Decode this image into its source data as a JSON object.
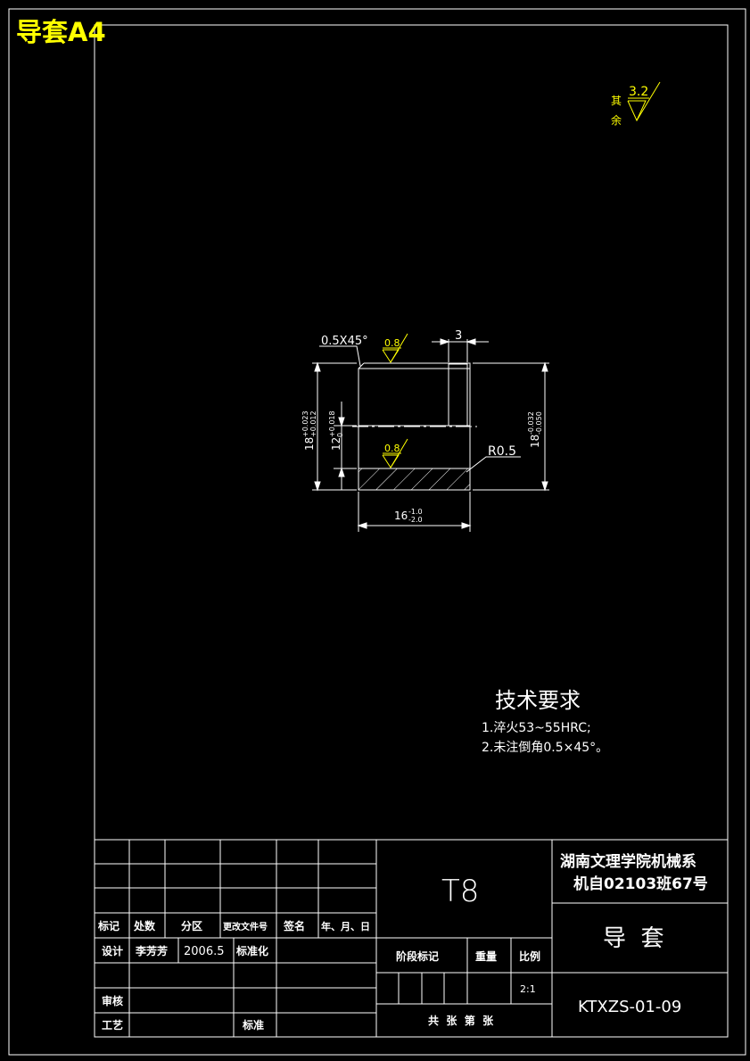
{
  "sheet_title": "导套A4",
  "roughness_other": {
    "label_char1": "其",
    "label_char2": "余",
    "value": "3.2"
  },
  "drawing": {
    "chamfer": "0.5X45°",
    "width_dim": "3",
    "roughness_top": "0.8",
    "roughness_bottom": "0.8",
    "radius": "R0.5",
    "length_base": "16",
    "length_upper": "-1.0",
    "length_lower": "-2.0",
    "outer_base": "18",
    "outer_upper": "-0.032",
    "outer_lower": "-0.050",
    "inner_base": "12",
    "inner_upper": "+0.018",
    "inner_lower": "0",
    "bore_base": "18",
    "bore_upper": "+0.023",
    "bore_lower": "+0.012"
  },
  "tech_req": {
    "title": "技术要求",
    "line1": "1.淬火53~55HRC;",
    "line2": "2.未注倒角0.5×45°。"
  },
  "title_block": {
    "material": "T8",
    "institution_line1": "湖南文理学院机械系",
    "institution_line2": "机自02103班67号",
    "part_name": "导  套",
    "drawing_no": "KTXZS-01-09",
    "col_mark": "标记",
    "col_count": "处数",
    "col_zone": "分区",
    "col_change_doc": "更改文件号",
    "col_sign": "签名",
    "col_date": "年、月、日",
    "row_design": "设计",
    "designer": "李芳芳",
    "design_date": "2006.5",
    "row_standardize": "标准化",
    "row_review": "审核",
    "row_process": "工艺",
    "row_approve": "标准",
    "stage_mark": "阶段标记",
    "weight": "重量",
    "scale": "比例",
    "scale_value": "2:1",
    "sheets": "共  张  第  张"
  }
}
